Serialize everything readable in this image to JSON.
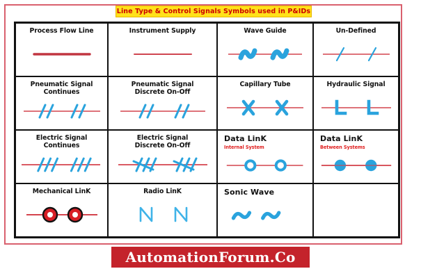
{
  "banner": {
    "title": "Line Type & Control Signals Symbols used in P&IDs",
    "bg_color": "#ffe11a",
    "text_color": "#cc0000"
  },
  "colors": {
    "line_red": "#d4434d",
    "symbol_blue": "#2aa3dd",
    "symbol_blue_dark": "#1f8fd0",
    "border_black": "#111111",
    "frame_red": "#d9606e",
    "logo_red": "#c4232b",
    "mechanical_red": "#d81f26"
  },
  "table": {
    "rows": [
      {
        "cells": [
          {
            "label": "Process Flow Line",
            "sublabel": "",
            "symbol": "thick-red-line",
            "align": "center"
          },
          {
            "label": "Instrument Supply",
            "sublabel": "",
            "symbol": "thin-red-line",
            "align": "center"
          },
          {
            "label": "Wave Guide",
            "sublabel": "",
            "symbol": "wave-guide",
            "align": "center"
          },
          {
            "label": "Un-Defined",
            "sublabel": "",
            "symbol": "single-slash",
            "align": "center"
          }
        ]
      },
      {
        "cells": [
          {
            "label": "Pneumatic Signal\nContinues",
            "sublabel": "",
            "symbol": "double-slash",
            "align": "center"
          },
          {
            "label": "Pneumatic Signal\nDiscrete On-Off",
            "sublabel": "",
            "symbol": "double-slash",
            "align": "center"
          },
          {
            "label": "Capillary Tube",
            "sublabel": "",
            "symbol": "x-mark",
            "align": "center"
          },
          {
            "label": "Hydraulic Signal",
            "sublabel": "",
            "symbol": "l-mark",
            "align": "center"
          }
        ]
      },
      {
        "cells": [
          {
            "label": "Electric Signal\nContinues",
            "sublabel": "",
            "symbol": "triple-slash",
            "align": "center"
          },
          {
            "label": "Electric Signal\nDiscrete On-Off",
            "sublabel": "",
            "symbol": "triple-slash-crossed",
            "align": "center"
          },
          {
            "label": "Data LinK",
            "sublabel": "Internal System",
            "symbol": "hollow-circle",
            "align": "left"
          },
          {
            "label": "Data LinK",
            "sublabel": "Between Systems",
            "symbol": "filled-circle",
            "align": "left"
          }
        ]
      },
      {
        "cells": [
          {
            "label": "Mechanical LinK",
            "sublabel": "",
            "symbol": "mechanical-circle",
            "align": "center"
          },
          {
            "label": "Radio LinK",
            "sublabel": "",
            "symbol": "radio-n",
            "align": "center"
          },
          {
            "label": "Sonic Wave",
            "sublabel": "",
            "symbol": "sonic-squiggle",
            "align": "left"
          },
          {
            "label": "",
            "sublabel": "",
            "symbol": "empty",
            "align": "center"
          }
        ]
      }
    ]
  },
  "footer": {
    "logo_text": "AutomationForum.Co"
  }
}
